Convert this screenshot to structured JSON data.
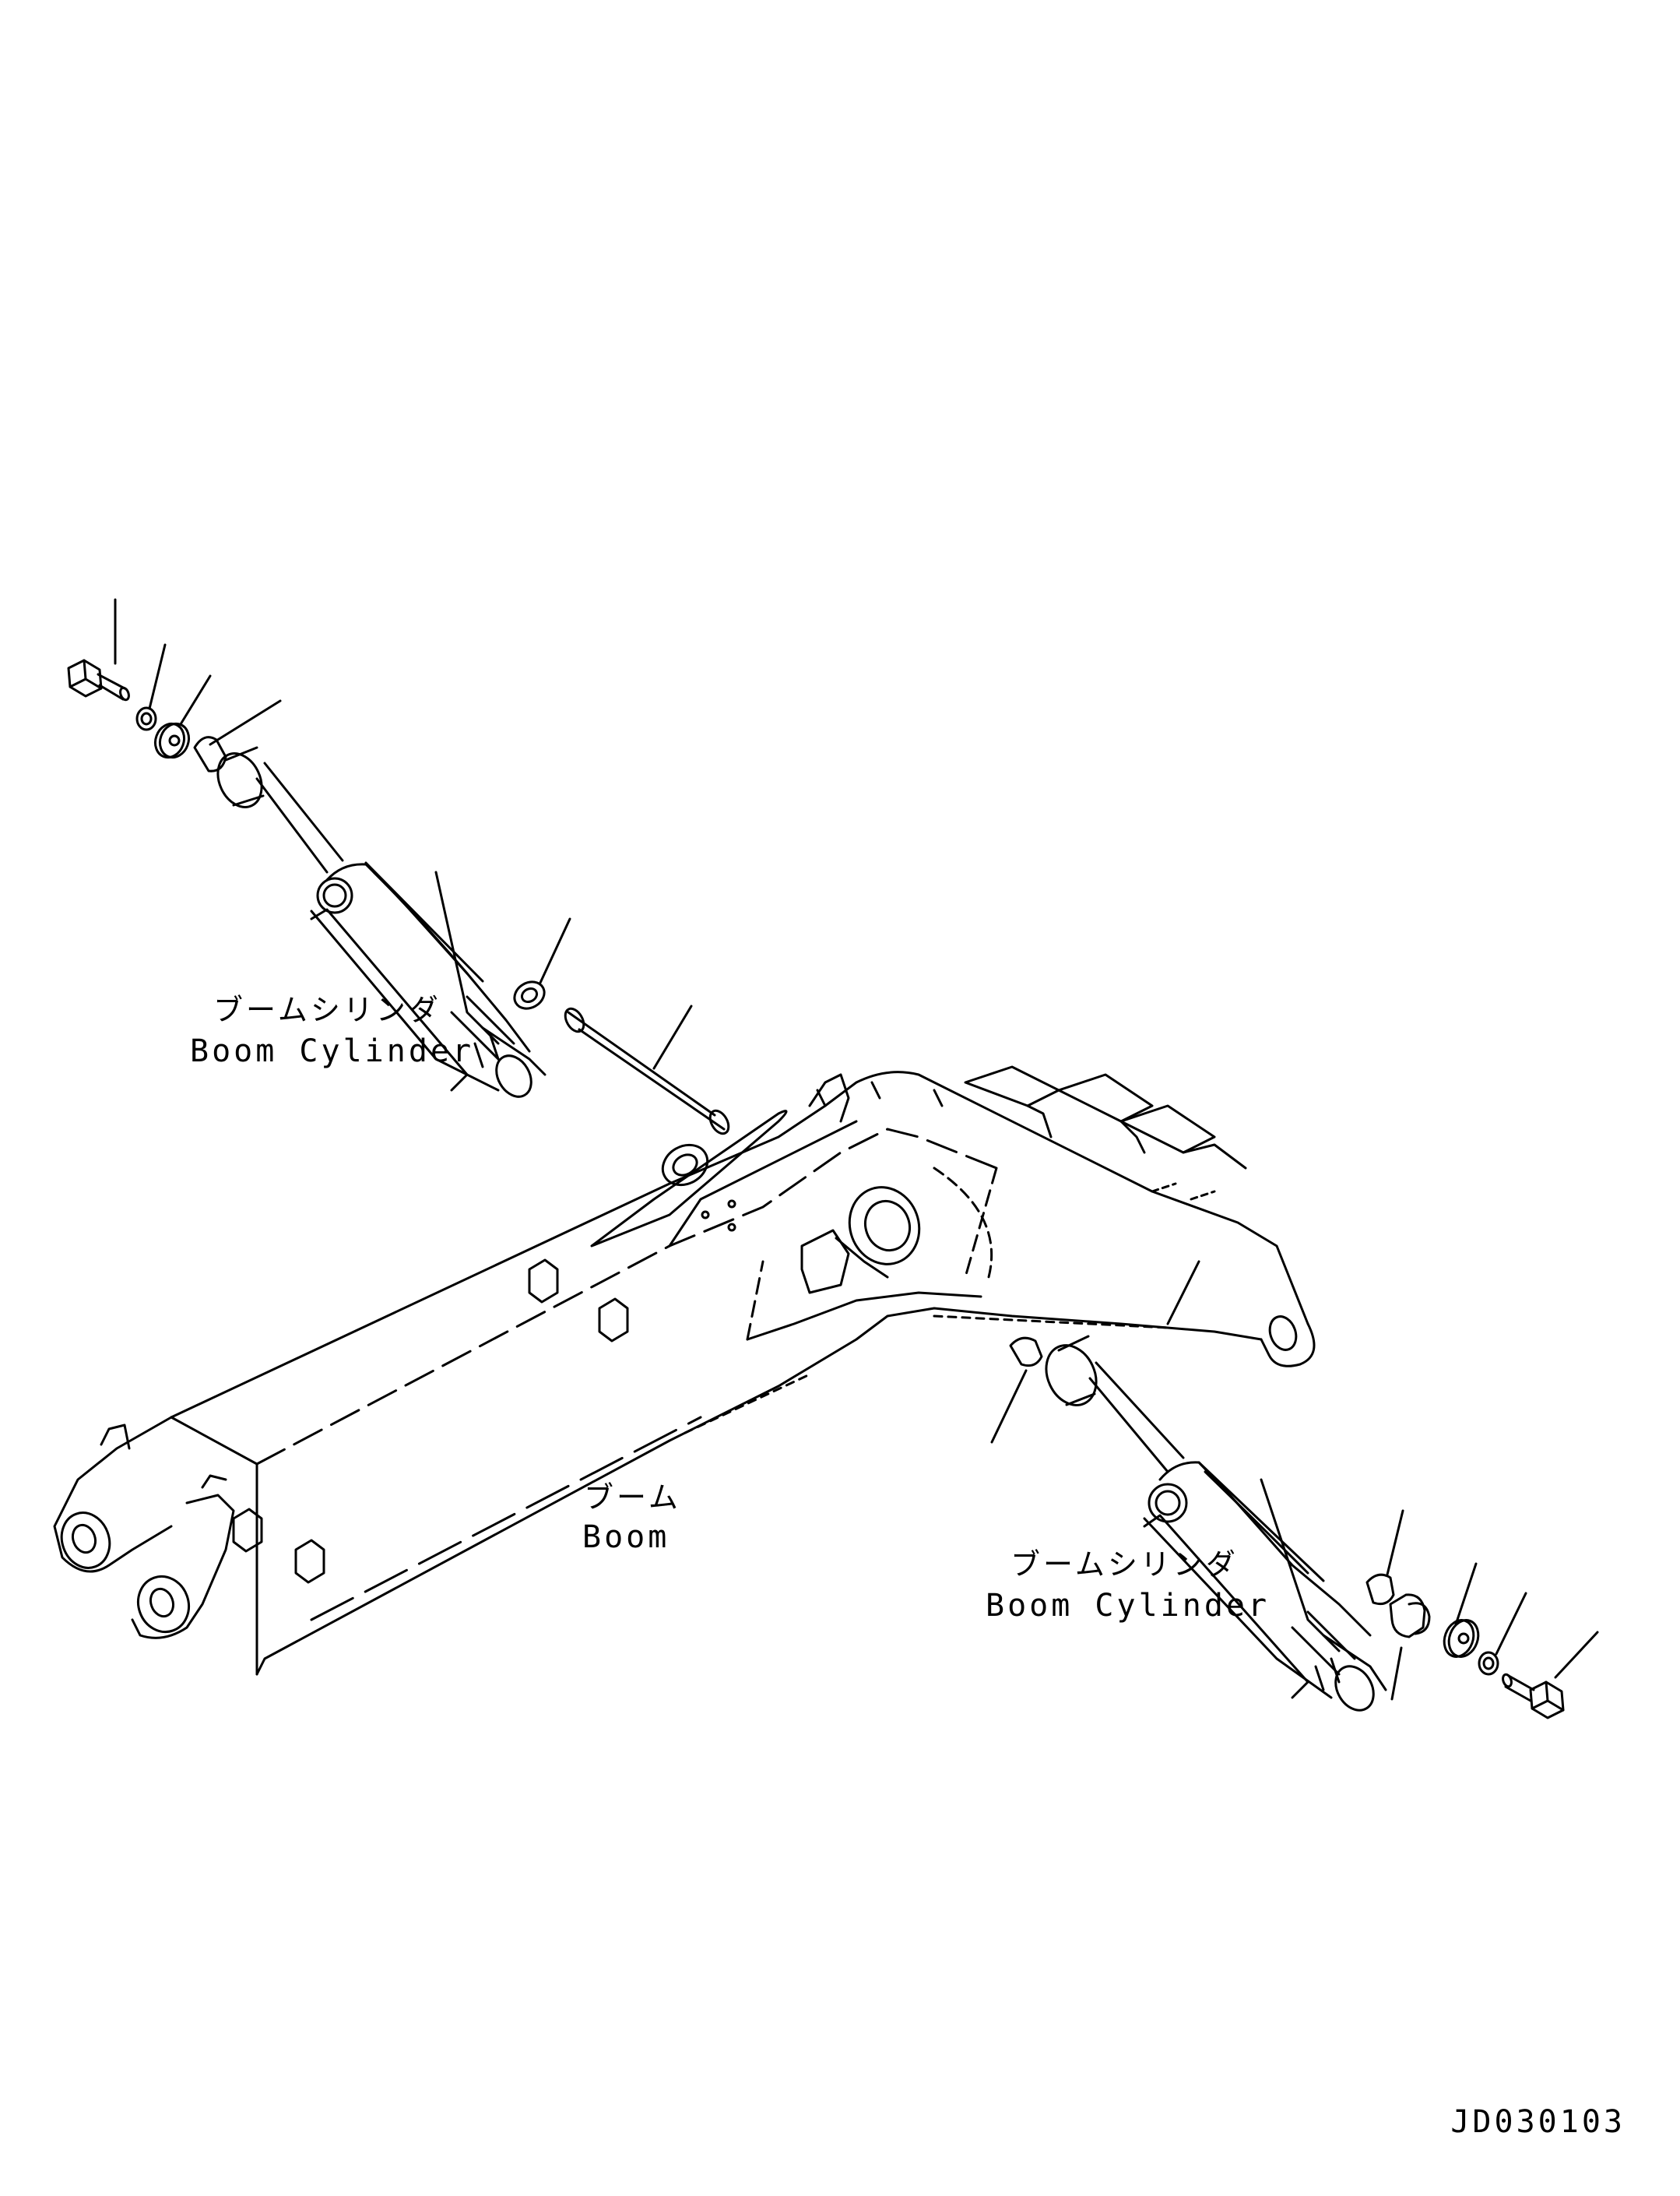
{
  "labels": {
    "cylinder_upper": {
      "jp": "ブームシリンダ",
      "en": "Boom Cylinder"
    },
    "boom": {
      "jp": "ブーム",
      "en": "Boom"
    },
    "cylinder_lower": {
      "jp": "ブームシリンダ",
      "en": "Boom Cylinder"
    }
  },
  "drawing_id": "JD030103",
  "colors": {
    "line": "#000000",
    "background": "#ffffff"
  }
}
